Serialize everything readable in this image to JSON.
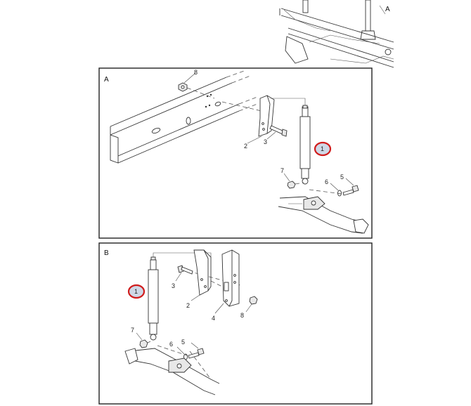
{
  "panels": {
    "a": {
      "label": "A"
    },
    "b": {
      "label": "B"
    }
  },
  "overview": {
    "view_label": "A"
  },
  "callouts_a": {
    "p1": "1",
    "p2": "2",
    "p3": "3",
    "p5": "5",
    "p6": "6",
    "p7": "7",
    "p8": "8"
  },
  "callouts_b": {
    "p1": "1",
    "p2": "2",
    "p3": "3",
    "p4": "4",
    "p5": "5",
    "p6": "6",
    "p7": "7",
    "p8": "8"
  },
  "colors": {
    "highlight_ring": "#d01c1c",
    "highlight_fill": "#cfd8e6",
    "frame": "#222222"
  }
}
